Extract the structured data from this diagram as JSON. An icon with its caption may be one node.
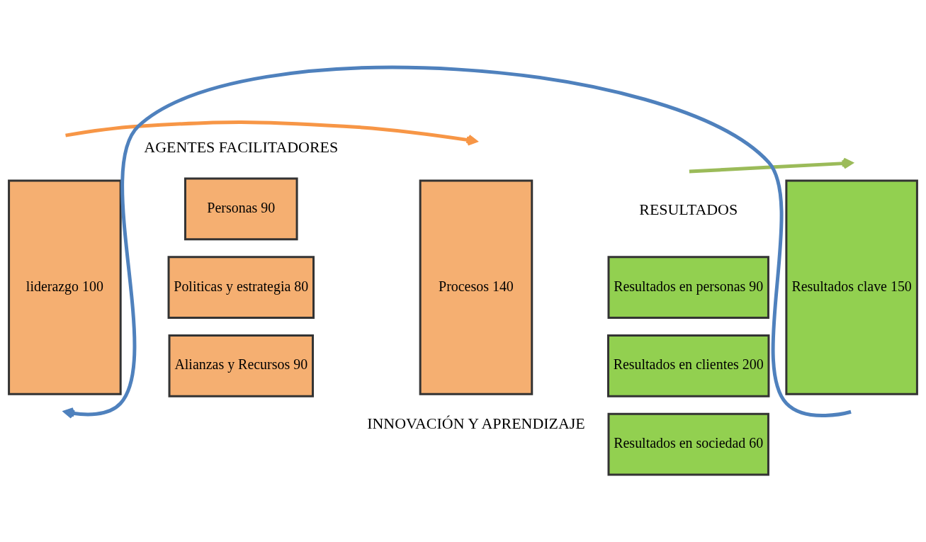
{
  "diagram": {
    "nodes": [
      {
        "text": [
          "liderazgo 100"
        ]
      },
      {
        "text": [
          "Personas 90"
        ]
      },
      {
        "text": [
          "Politicas y estrategia 80"
        ]
      },
      {
        "text": [
          "Alianzas y Recursos 90"
        ]
      },
      {
        "text": [
          "Procesos 140"
        ]
      },
      {
        "text": [
          "Resultados en personas 90"
        ]
      },
      {
        "text": [
          "Resultados en clientes 200"
        ]
      },
      {
        "text": [
          "Resultados en sociedad 60"
        ]
      },
      {
        "text": [
          "Resultados clave 150"
        ]
      }
    ],
    "edges": [],
    "labels": [
      "AGENTES FACILITADORES",
      "RESULTADOS",
      "INNOVACIÓN Y APRENDIZAJE"
    ]
  }
}
